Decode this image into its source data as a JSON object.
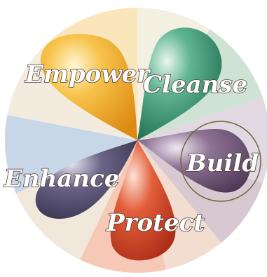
{
  "diagram": {
    "labels": {
      "empower": "Empower",
      "cleanse": "Cleanse",
      "build": "Build",
      "enhance": "Enhance",
      "protect": "Protect"
    },
    "colors": {
      "empower": "#f4a928",
      "cleanse": "#3f9a78",
      "build": "#7a5e80",
      "enhance": "#5b5676",
      "protect": "#d94a2c",
      "text_fill": "#ffffff",
      "text_stroke": "#4a3a34"
    }
  }
}
